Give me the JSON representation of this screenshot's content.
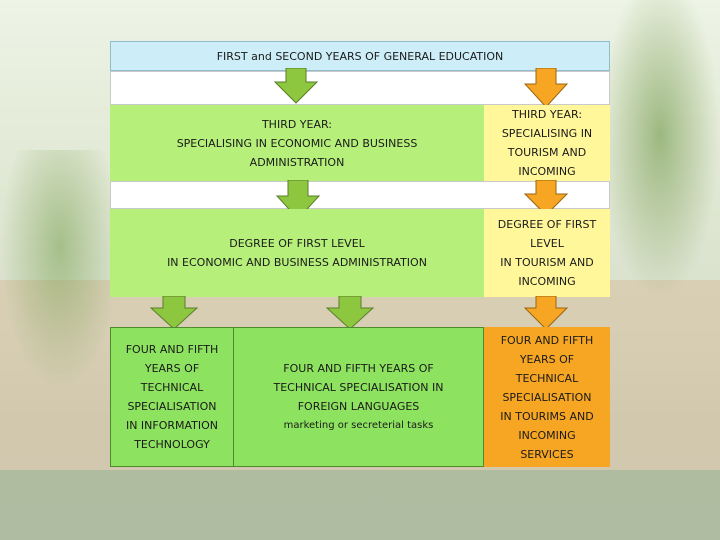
{
  "top": {
    "title": "FIRST and SECOND YEARS OF GENERAL EDUCATION"
  },
  "third_year": {
    "economics": {
      "lines": [
        "THIRD YEAR:",
        "SPECIALISING IN ECONOMIC AND BUSINESS",
        "ADMINISTRATION"
      ]
    },
    "tourism": {
      "lines": [
        "THIRD YEAR:",
        "SPECIALISING IN",
        "TOURISM AND",
        "INCOMING"
      ]
    }
  },
  "degree": {
    "economics": {
      "lines": [
        "DEGREE OF FIRST LEVEL",
        "IN ECONOMIC AND BUSINESS ADMINISTRATION"
      ]
    },
    "tourism": {
      "lines": [
        "DEGREE OF FIRST",
        "LEVEL",
        "IN TOURISM AND",
        "INCOMING"
      ]
    }
  },
  "specialisation": {
    "it": {
      "lines": [
        "FOUR AND FIFTH",
        "YEARS OF",
        "TECHNICAL",
        "SPECIALISATION",
        "IN INFORMATION",
        "TECHNOLOGY"
      ]
    },
    "languages": {
      "lines": [
        "FOUR AND FIFTH YEARS OF",
        "TECHNICAL SPECIALISATION IN",
        "FOREIGN LANGUAGES",
        "marketing or secreterial tasks"
      ]
    },
    "tourism": {
      "lines": [
        "FOUR AND FIFTH",
        "YEARS OF",
        "TECHNICAL",
        "SPECIALISATION",
        "IN TOURIMS AND",
        "INCOMING",
        "SERVICES"
      ]
    }
  },
  "colors": {
    "green_arrow": "#8dc63f",
    "orange_arrow": "#f7a623",
    "light_blue": "#cdeef8",
    "light_green": "#b6f07a",
    "light_yellow": "#fff79a",
    "bright_green": "#8de35f",
    "orange": "#f7a623"
  }
}
